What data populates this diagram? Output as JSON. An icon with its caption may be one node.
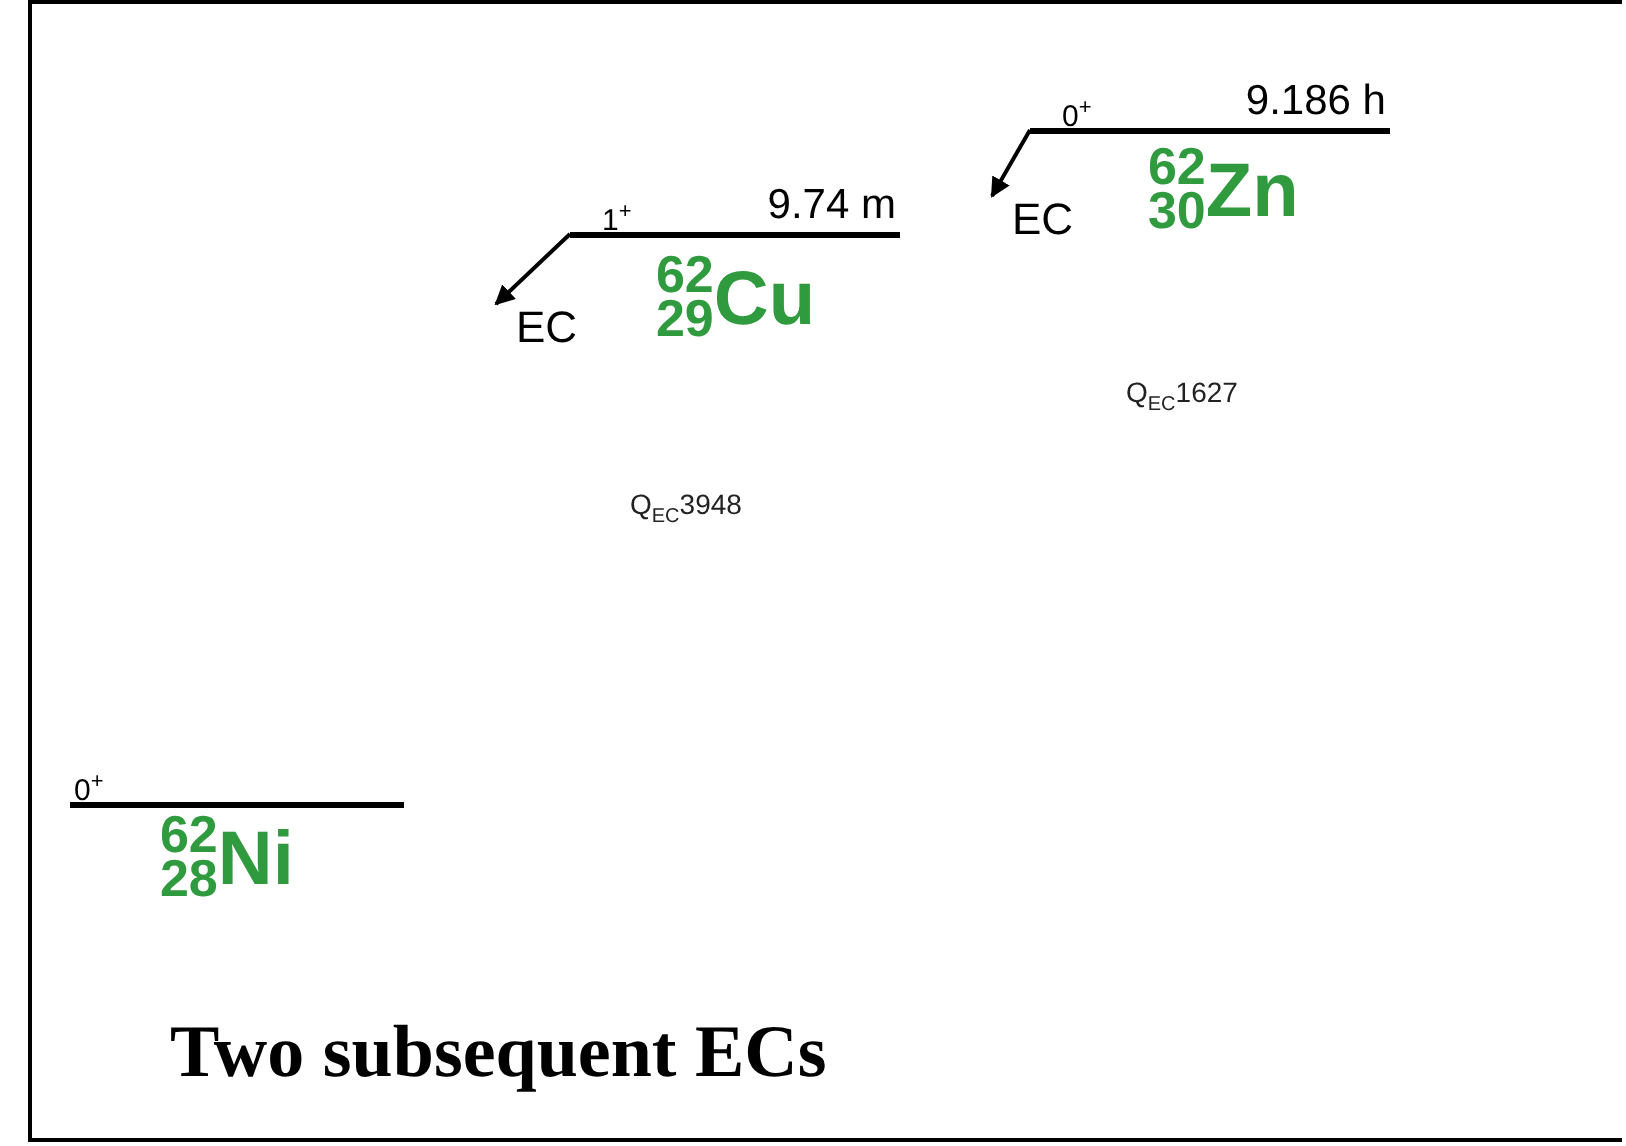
{
  "diagram": {
    "caption": "Two subsequent ECs",
    "nodes": [
      {
        "text": [
          "0$^{+}$",
          "9.186 h",
          "$^{62}$$_{30}$Zn"
        ]
      },
      {
        "text": [
          "1$^{+}$",
          "9.74 m",
          "$^{62}$$_{29}$Cu"
        ]
      },
      {
        "text": [
          "0$^{+}$",
          "$^{62}$$_{28}$Ni"
        ]
      }
    ],
    "edges": [
      {
        "from": 0,
        "to": null,
        "arrow": "to",
        "label": "EC"
      },
      {
        "from": 1,
        "to": null,
        "arrow": "to",
        "label": "EC"
      }
    ],
    "labels": [
      "Q$_{EC}$1627",
      "Q$_{EC}$3948"
    ]
  }
}
